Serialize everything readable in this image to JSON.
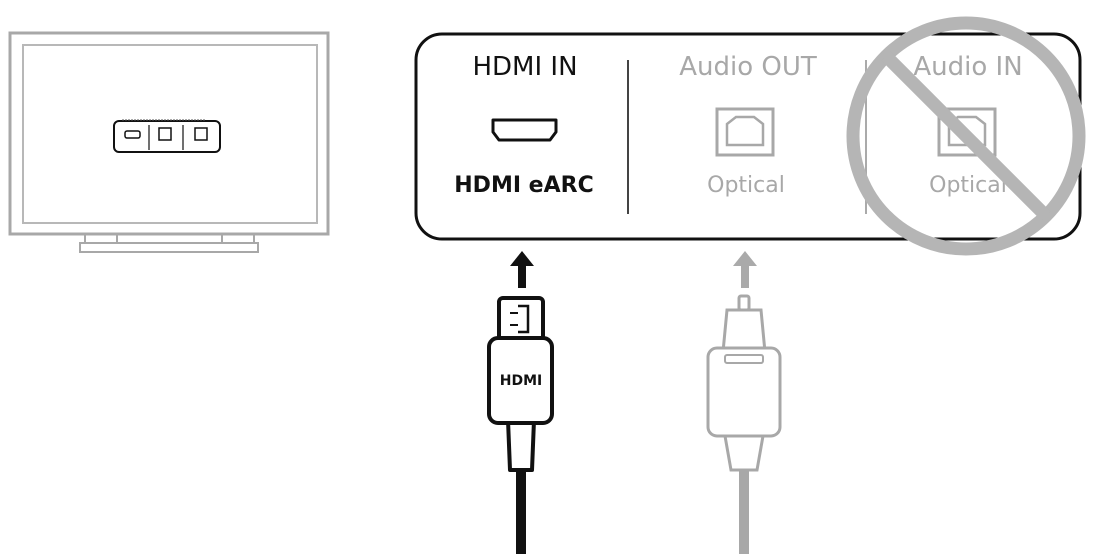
{
  "ports": {
    "hdmi_in": {
      "title": "HDMI IN",
      "sublabel": "HDMI eARC"
    },
    "audio_out": {
      "title": "Audio OUT",
      "sublabel": "Optical"
    },
    "audio_in": {
      "title": "Audio IN",
      "sublabel": "Optical"
    }
  },
  "cables": {
    "hdmi_plug_label": "HDMI"
  },
  "colors": {
    "active": "#111111",
    "inactive": "#a0a0a0",
    "prohibited": "#b5b5b5"
  },
  "icons": {
    "tv": "tv-icon",
    "hdmi_port": "hdmi-port-icon",
    "optical_port": "optical-port-icon",
    "prohibited": "no-symbol-icon",
    "arrow": "arrow-up-icon"
  }
}
